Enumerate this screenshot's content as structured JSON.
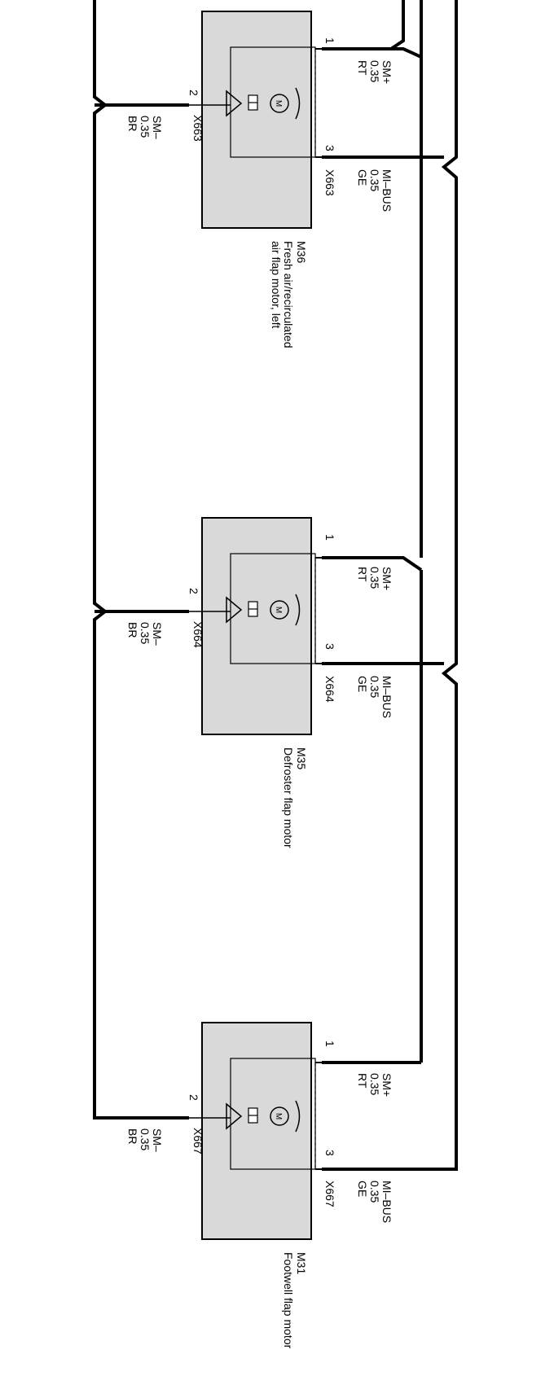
{
  "diagram": {
    "motors": [
      {
        "id": "M36",
        "desc_lines": [
          "Fresh air/recirculated",
          "air flap motor, left"
        ],
        "connector": "X663",
        "pins": {
          "p1": "1",
          "p2": "2",
          "p3": "3"
        },
        "wire_sm_plus": [
          "SM+",
          "0.35",
          "RT"
        ],
        "wire_mi_bus": [
          "MI–BUS",
          "0.35",
          "GE"
        ],
        "wire_sm_minus": [
          "SM–",
          "0.35",
          "BR"
        ]
      },
      {
        "id": "M35",
        "desc_lines": [
          "Defroster flap motor"
        ],
        "connector": "X664",
        "pins": {
          "p1": "1",
          "p2": "2",
          "p3": "3"
        },
        "wire_sm_plus": [
          "SM+",
          "0.35",
          "RT"
        ],
        "wire_mi_bus": [
          "MI–BUS",
          "0.35",
          "GE"
        ],
        "wire_sm_minus": [
          "SM–",
          "0.35",
          "BR"
        ]
      },
      {
        "id": "M31",
        "desc_lines": [
          "Footwell flap motor"
        ],
        "connector": "X667",
        "pins": {
          "p1": "1",
          "p2": "2",
          "p3": "3"
        },
        "wire_sm_plus": [
          "SM+",
          "0.35",
          "RT"
        ],
        "wire_mi_bus": [
          "MI–BUS",
          "0.35",
          "GE"
        ],
        "wire_sm_minus": [
          "SM–",
          "0.35",
          "BR"
        ]
      }
    ],
    "colors": {
      "wire": "#000000",
      "component_fill": "#d9d9d9",
      "background": "#ffffff"
    },
    "icons": [
      "motor-icon",
      "flap-arrow-icon",
      "position-sensor-icon",
      "connector-triangle-icon"
    ]
  }
}
